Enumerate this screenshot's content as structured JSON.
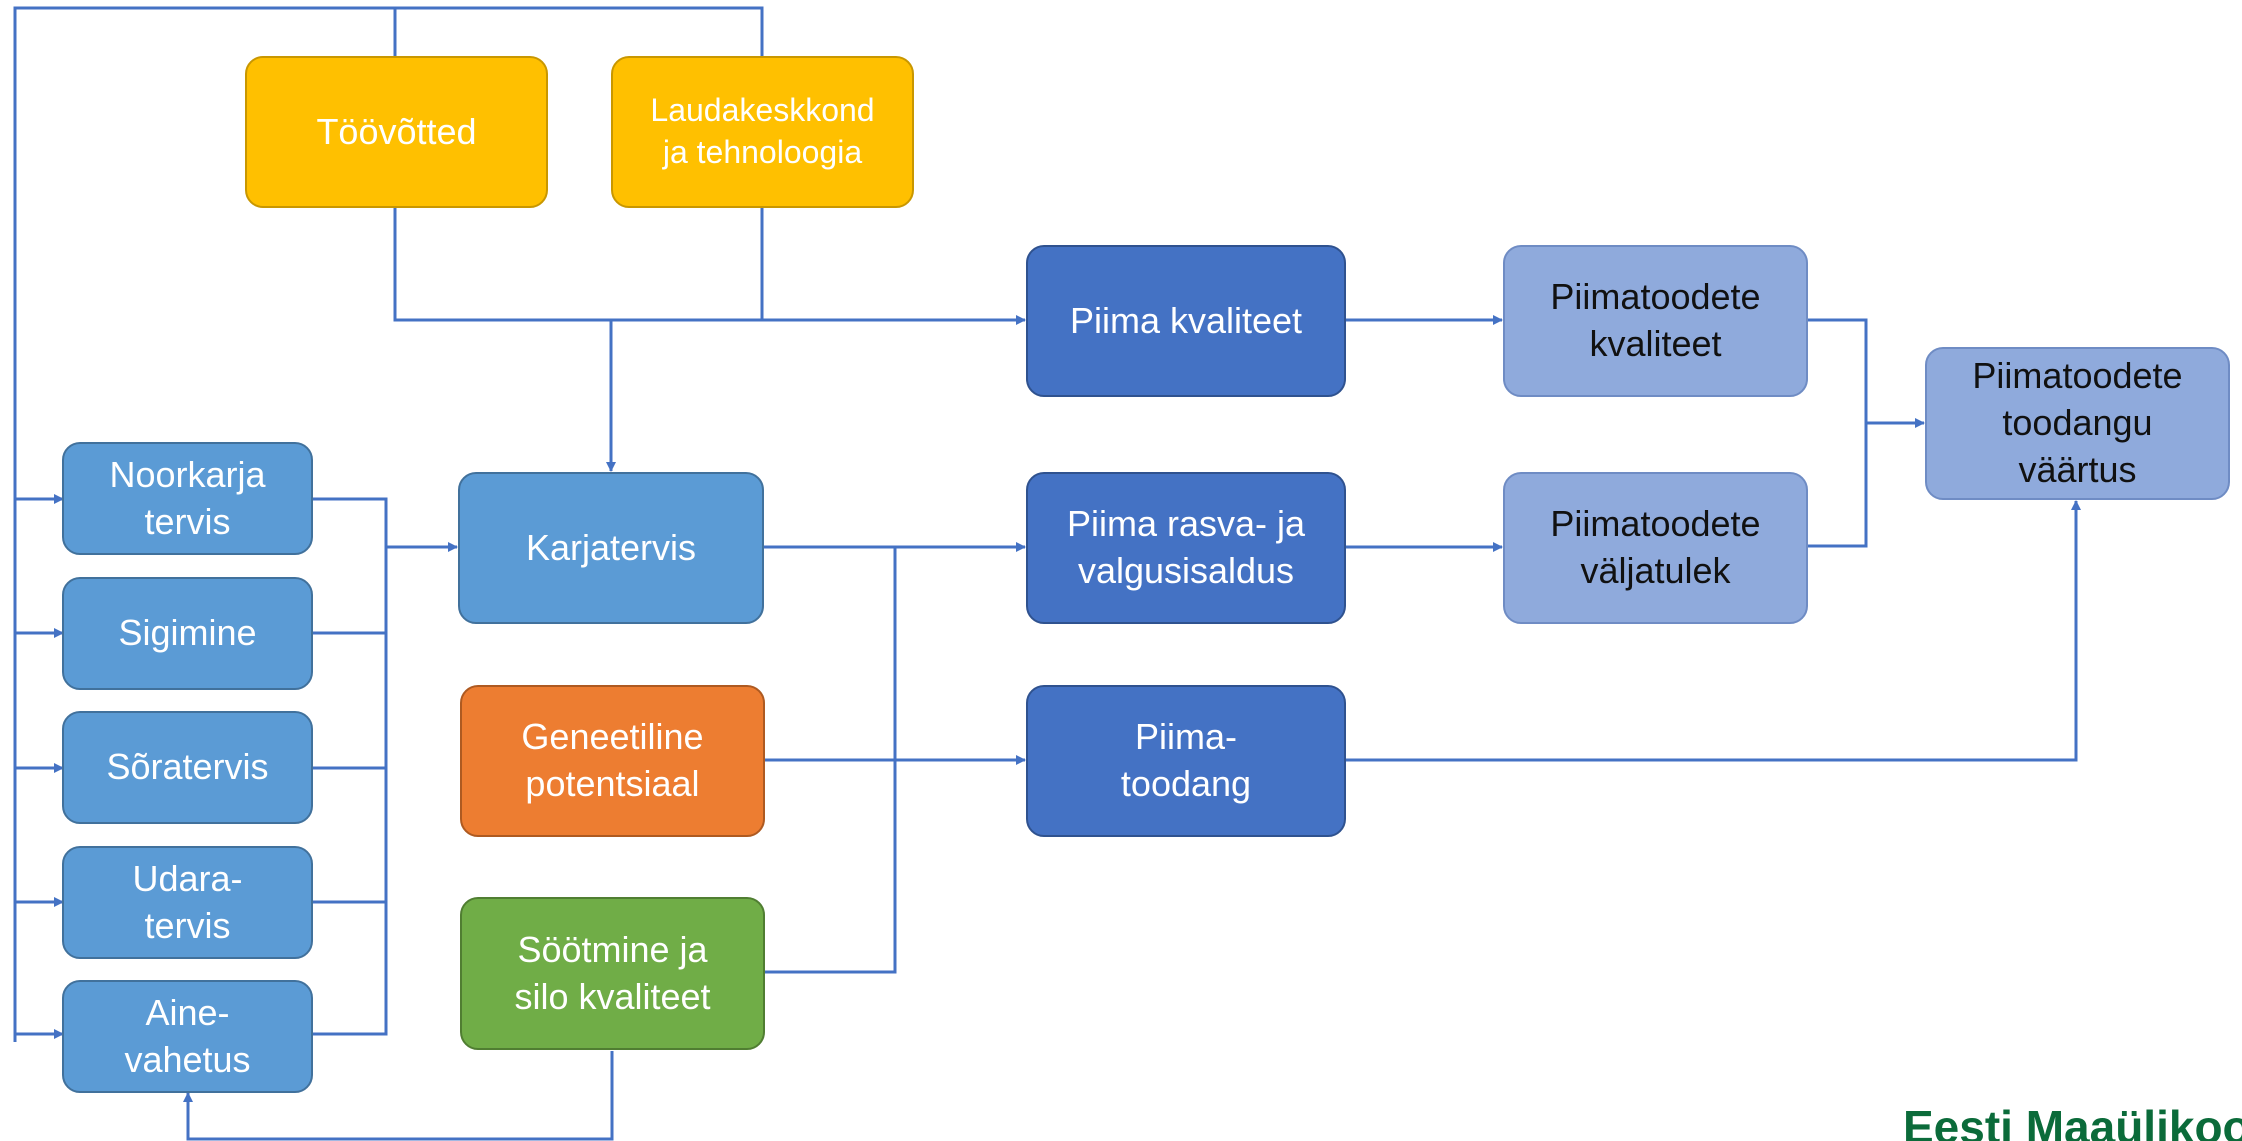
{
  "nodes": {
    "toovotted": "Töövõtted",
    "laudakeskkond": "Laudakeskkond\nja tehnoloogia",
    "noorkarja": "Noorkarja\ntervis",
    "sigimine": "Sigimine",
    "soratervis": "Sõratervis",
    "udaratervis": "Udara-\ntervis",
    "ainevahetus": "Aine-\nvahetus",
    "karjatervis": "Karjatervis",
    "geneetiline": "Geneetiline\npotentsiaal",
    "sootmine": "Söötmine ja\nsilo kvaliteet",
    "piima_kvaliteet": "Piima kvaliteet",
    "piima_rasva": "Piima rasva- ja\nvalgusisaldus",
    "piima_toodang": "Piima-\ntoodang",
    "piimatoodete_kvaliteet": "Piimatoodete\nkvaliteet",
    "piimatoodete_valjatulek": "Piimatoodete\nväljatulek",
    "piimatoodete_vaartus": "Piimatoodete\ntoodangu\nväärtus"
  },
  "brand": "Eesti Maaülikool",
  "colors": {
    "connector": "#4472c4",
    "yellow": "#ffc000",
    "mid_blue": "#5b9bd5",
    "dark_blue": "#4472c4",
    "light_blue": "#8faadc",
    "orange": "#ed7d31",
    "green": "#70ad47",
    "brand_green": "#0b6b3a"
  }
}
